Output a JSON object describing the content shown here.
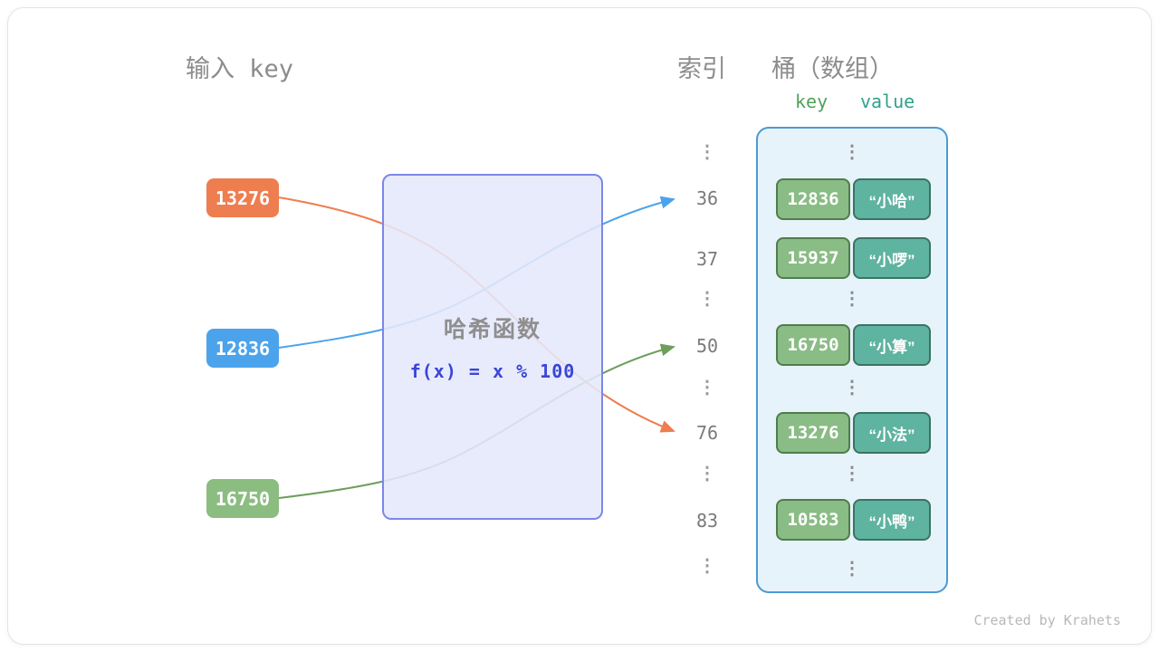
{
  "titles": {
    "input_key": "输入 key",
    "index": "索引",
    "bucket": "桶（数组）",
    "key_col": "key",
    "value_col": "value"
  },
  "hash_function": {
    "name": "哈希函数",
    "formula": "f(x) = x % 100"
  },
  "input_keys": [
    {
      "label": "13276",
      "color": "#ee7d4f"
    },
    {
      "label": "12836",
      "color": "#4ba3eb"
    },
    {
      "label": "16750",
      "color": "#8bbd81"
    }
  ],
  "indices": [
    "36",
    "37",
    "50",
    "76",
    "83"
  ],
  "dots": "⋮",
  "pairs": [
    {
      "key": "12836",
      "value": "“小哈”"
    },
    {
      "key": "15937",
      "value": "“小啰”"
    },
    {
      "key": "16750",
      "value": "“小算”"
    },
    {
      "key": "13276",
      "value": "“小法”"
    },
    {
      "key": "10583",
      "value": "“小鸭”"
    }
  ],
  "colors": {
    "arrow_orange": "#ee7d4f",
    "arrow_blue": "#4ba3eb",
    "arrow_green": "#6f9e5c",
    "key_cell": "#8abc85",
    "value_cell": "#5fb3a1",
    "bucket_bg": "#e7f3fb",
    "bucket_border": "#4b9ad2",
    "hash_box_border": "#7c87e8",
    "formula_text": "#3a46d8"
  },
  "watermark": "Created by Krahets"
}
